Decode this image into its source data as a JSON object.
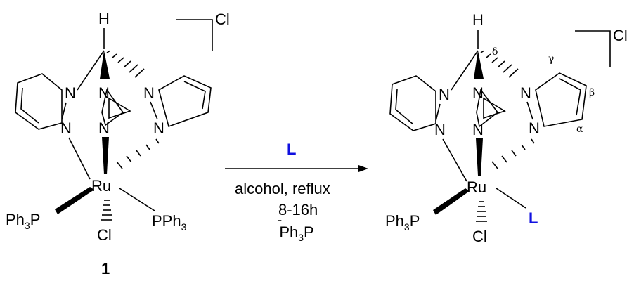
{
  "colors": {
    "ligand_L": "#1010e0",
    "lines": "#000000"
  },
  "left_complex": {
    "H": "H",
    "N": "N",
    "Ru": "Ru",
    "Cl": "Cl",
    "counter_ion": "Cl",
    "Ph3P_left": {
      "pre": "Ph",
      "sub": "3",
      "post": "P"
    },
    "PPh3_right": {
      "pre": "PPh",
      "sub": "3"
    },
    "compound_number": "1"
  },
  "arrow": {
    "above": "L",
    "condition1": "alcohol, reflux",
    "condition2": "8-16h",
    "loss": {
      "minus": "-",
      "pre": "Ph",
      "sub": "3",
      "post": "P"
    }
  },
  "right_complex": {
    "H": "H",
    "N": "N",
    "Ru": "Ru",
    "Cl": "Cl",
    "counter_ion": "Cl",
    "Ph3P": {
      "pre": "Ph",
      "sub": "3",
      "post": "P"
    },
    "L": "L",
    "greek": {
      "delta": "δ",
      "gamma": "γ",
      "beta": "β",
      "alpha": "α"
    }
  }
}
